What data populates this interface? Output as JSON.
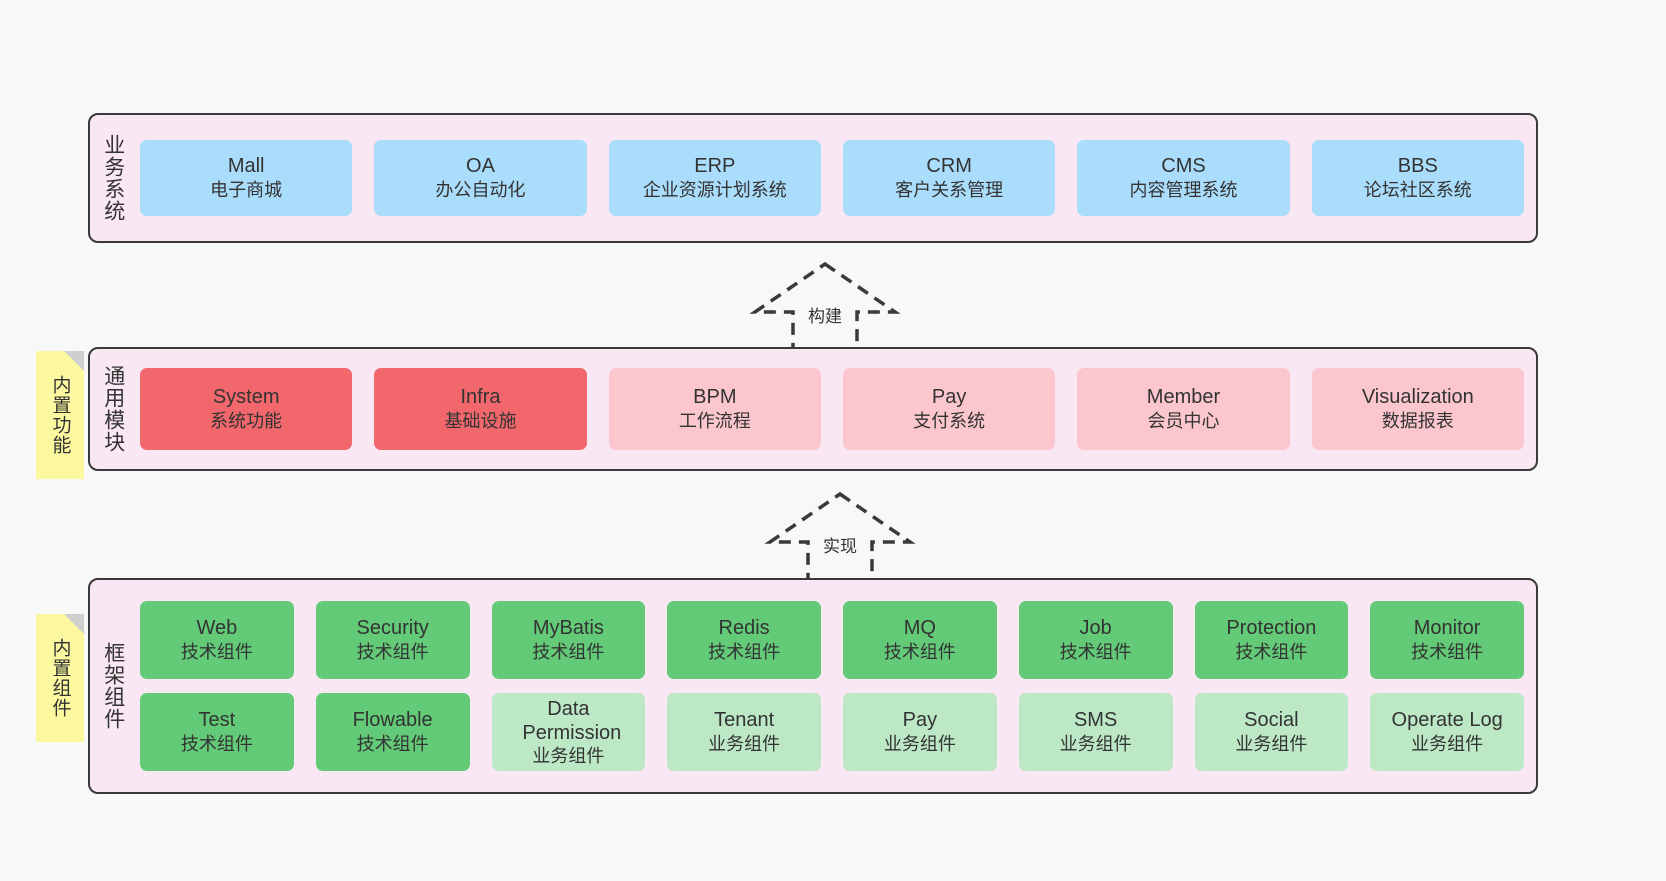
{
  "colors": {
    "canvas_bg": "#f8f8f8",
    "layer_bg": "#f9e8f3",
    "layer_border": "#3a3a3a",
    "blue_card": "#aadcfb",
    "red_strong": "#f1676b",
    "red_light": "#fbc6ce",
    "green_strong": "#63ca77",
    "green_light": "#bde8c6",
    "note_bg": "#fbf8a0",
    "note_fold": "#cfcfcf"
  },
  "layers": {
    "business": {
      "title": "业务系统",
      "cards": [
        {
          "en": "Mall",
          "cn": "电子商城"
        },
        {
          "en": "OA",
          "cn": "办公自动化"
        },
        {
          "en": "ERP",
          "cn": "企业资源计划系统"
        },
        {
          "en": "CRM",
          "cn": "客户关系管理"
        },
        {
          "en": "CMS",
          "cn": "内容管理系统"
        },
        {
          "en": "BBS",
          "cn": "论坛社区系统"
        }
      ]
    },
    "common": {
      "title": "通用模块",
      "note": "内置功能",
      "cards": [
        {
          "en": "System",
          "cn": "系统功能",
          "tone": "strong"
        },
        {
          "en": "Infra",
          "cn": "基础设施",
          "tone": "strong"
        },
        {
          "en": "BPM",
          "cn": "工作流程",
          "tone": "light"
        },
        {
          "en": "Pay",
          "cn": "支付系统",
          "tone": "light"
        },
        {
          "en": "Member",
          "cn": "会员中心",
          "tone": "light"
        },
        {
          "en": "Visualization",
          "cn": "数据报表",
          "tone": "light"
        }
      ]
    },
    "framework": {
      "title": "框架组件",
      "note": "内置组件",
      "row1": [
        {
          "en": "Web",
          "cn": "技术组件",
          "tone": "strong"
        },
        {
          "en": "Security",
          "cn": "技术组件",
          "tone": "strong"
        },
        {
          "en": "MyBatis",
          "cn": "技术组件",
          "tone": "strong"
        },
        {
          "en": "Redis",
          "cn": "技术组件",
          "tone": "strong"
        },
        {
          "en": "MQ",
          "cn": "技术组件",
          "tone": "strong"
        },
        {
          "en": "Job",
          "cn": "技术组件",
          "tone": "strong"
        },
        {
          "en": "Protection",
          "cn": "技术组件",
          "tone": "strong"
        },
        {
          "en": "Monitor",
          "cn": "技术组件",
          "tone": "strong"
        }
      ],
      "row2": [
        {
          "en": "Test",
          "cn": "技术组件",
          "tone": "strong"
        },
        {
          "en": "Flowable",
          "cn": "技术组件",
          "tone": "strong"
        },
        {
          "en": "Data Permission",
          "cn": "业务组件",
          "tone": "light"
        },
        {
          "en": "Tenant",
          "cn": "业务组件",
          "tone": "light"
        },
        {
          "en": "Pay",
          "cn": "业务组件",
          "tone": "light"
        },
        {
          "en": "SMS",
          "cn": "业务组件",
          "tone": "light"
        },
        {
          "en": "Social",
          "cn": "业务组件",
          "tone": "light"
        },
        {
          "en": "Operate Log",
          "cn": "业务组件",
          "tone": "light"
        }
      ]
    }
  },
  "connectors": [
    {
      "label": "构建",
      "name": "arrow-build"
    },
    {
      "label": "实现",
      "name": "arrow-implement"
    }
  ]
}
